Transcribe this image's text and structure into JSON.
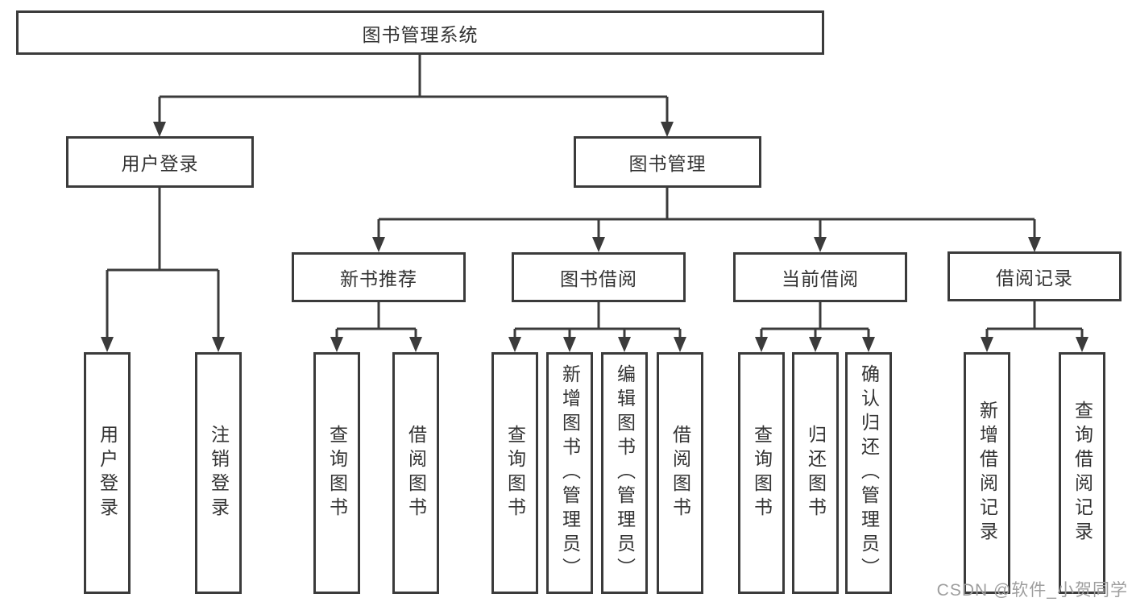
{
  "diagram": {
    "root": {
      "label": "图书管理系统"
    },
    "branches": [
      {
        "label": "用户登录",
        "children": [
          {
            "label": "用户登录"
          },
          {
            "label": "注销登录"
          }
        ]
      },
      {
        "label": "图书管理",
        "children": [
          {
            "label": "新书推荐",
            "children": [
              {
                "label": "查询图书"
              },
              {
                "label": "借阅图书"
              }
            ]
          },
          {
            "label": "图书借阅",
            "children": [
              {
                "label": "查询图书"
              },
              {
                "label": "新增图书（管理员）"
              },
              {
                "label": "编辑图书（管理员）"
              },
              {
                "label": "借阅图书"
              }
            ]
          },
          {
            "label": "当前借阅",
            "children": [
              {
                "label": "查询图书"
              },
              {
                "label": "归还图书"
              },
              {
                "label": "确认归还（管理员）"
              }
            ]
          },
          {
            "label": "借阅记录",
            "children": [
              {
                "label": "新增借阅记录"
              },
              {
                "label": "查询借阅记录"
              }
            ]
          }
        ]
      }
    ]
  },
  "watermark": {
    "text": "CSDN @软件_小贺同学"
  },
  "colors": {
    "line": "#3b3b3b",
    "text": "#333333",
    "watermark": "#9e9e9e",
    "background": "#ffffff"
  }
}
